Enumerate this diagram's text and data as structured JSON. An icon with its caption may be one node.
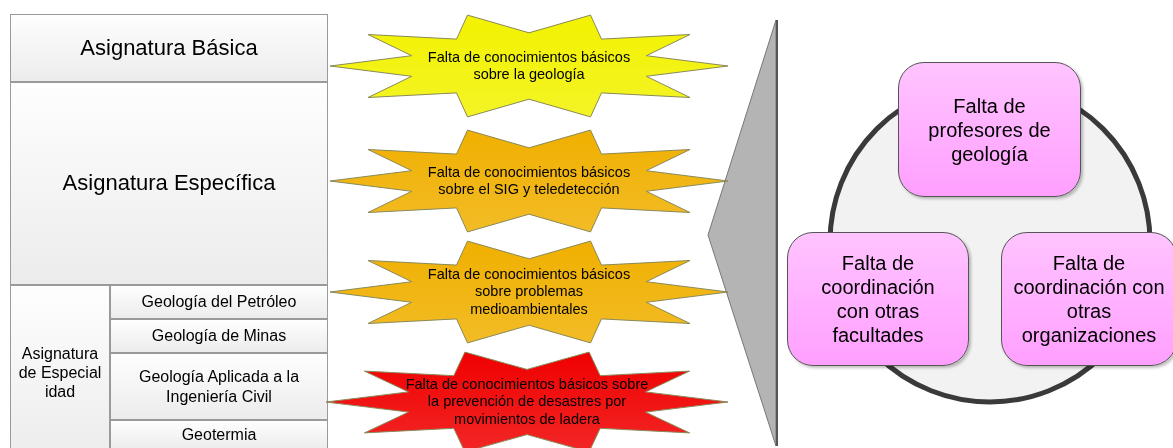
{
  "diagram": {
    "nodes": [
      {
        "text": [
          "Asignatura Básica"
        ]
      },
      {
        "text": [
          "Asignatura Específica"
        ]
      },
      {
        "text": [
          "Asignatura de Especialidad"
        ]
      },
      {
        "text": [
          "Geología del Petróleo"
        ]
      },
      {
        "text": [
          "Geología de Minas"
        ]
      },
      {
        "text": [
          "Geología Aplicada a la Ingeniería Civil"
        ]
      },
      {
        "text": [
          "Geotermia"
        ]
      },
      {
        "text": [
          "Falta de conocimientos básicos sobre la geología"
        ]
      },
      {
        "text": [
          "Falta de conocimientos básicos sobre el SIG y teledetección"
        ]
      },
      {
        "text": [
          "Falta de conocimientos básicos sobre problemas medioambientales"
        ]
      },
      {
        "text": [
          "Falta de conocimientos básicos sobre la prevención de desastres por movimientos de ladera"
        ]
      },
      {
        "text": [],
        "shape": "circle"
      },
      {
        "text": [
          "Falta de profesores de geología"
        ]
      },
      {
        "text": [
          "Falta de coordinación con otras facultades"
        ]
      },
      {
        "text": [
          "Falta de coordinación con otras organizaciones"
        ]
      }
    ]
  }
}
